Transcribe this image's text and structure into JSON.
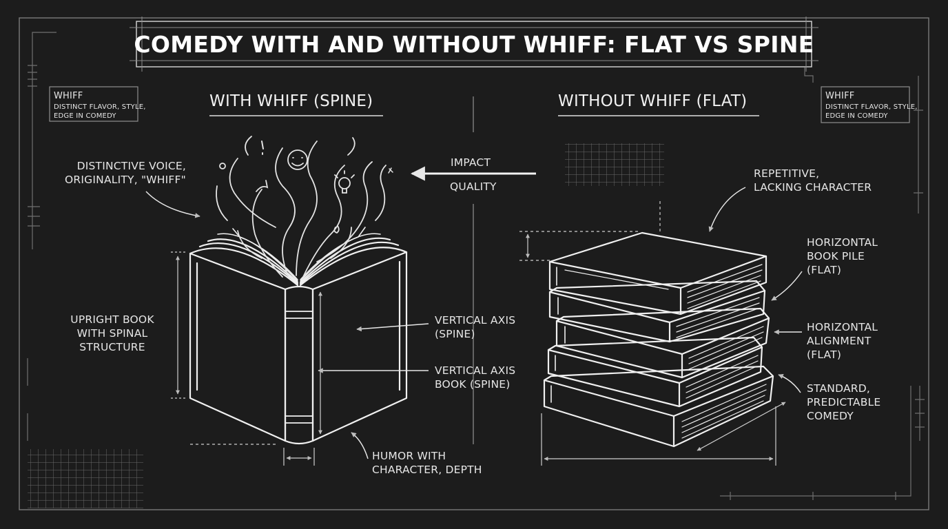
{
  "title": "COMEDY WITH AND WITHOUT WHIFF: FLAT VS SPINE",
  "left": {
    "heading": "WITH WHIFF (SPINE)",
    "voice_label": [
      "DISTINCTIVE VOICE,",
      "ORIGINALITY, \"WHIFF\""
    ],
    "upright_label": [
      "UPRIGHT BOOK",
      "WITH SPINAL",
      "STRUCTURE"
    ],
    "axis_label_1": [
      "VERTICAL AXIS",
      "(SPINE)"
    ],
    "axis_label_2": [
      "VERTICAL AXIS",
      "BOOK (SPINE)"
    ],
    "humor_label": [
      "HUMOR WITH",
      "CHARACTER, DEPTH"
    ]
  },
  "right": {
    "heading": "WITHOUT WHIFF (FLAT)",
    "repetitive_label": [
      "REPETITIVE,",
      "LACKING CHARACTER"
    ],
    "pile_label": [
      "HORIZONTAL",
      "BOOK PILE",
      "(FLAT)"
    ],
    "alignment_label": [
      "HORIZONTAL",
      "ALIGNMENT",
      "(FLAT)"
    ],
    "standard_label": [
      "STANDARD,",
      "PREDICTABLE",
      "COMEDY"
    ]
  },
  "center": {
    "impact": "IMPACT",
    "quality": "QUALITY"
  },
  "whiff_box_left": {
    "title": "WHIFF",
    "body": [
      "DISTINCT FLAVOR, STYLE,",
      "EDGE IN COMEDY"
    ]
  },
  "whiff_box_right": {
    "title": "WHIFF",
    "body": [
      "DISTINCT FLAVOR, STYLE,",
      "EDGE IN COMEDY"
    ]
  },
  "colors": {
    "background": "#1c1c1c",
    "line": "#f2f2f2",
    "dim_line": "#8a8a8a"
  }
}
